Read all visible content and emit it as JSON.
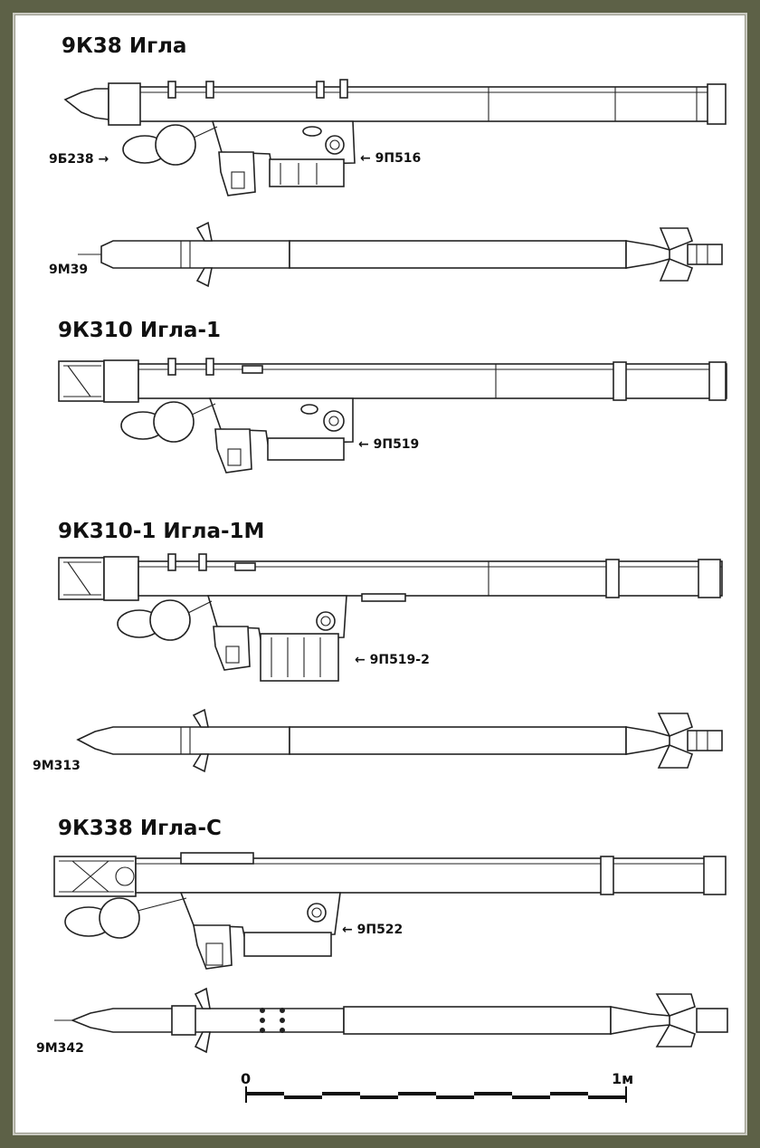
{
  "sections": [
    {
      "title": "9К38 Игла",
      "launcher_label": "9П516",
      "battery_label": "9Б238",
      "missile_label": "9М39"
    },
    {
      "title": "9К310 Игла-1",
      "launcher_label": "9П519"
    },
    {
      "title": "9К310-1 Игла-1М",
      "launcher_label": "9П519-2",
      "missile_label": "9М313"
    },
    {
      "title": "9К338 Игла-С",
      "launcher_label": "9П522",
      "missile_label": "9М342"
    }
  ],
  "scale": {
    "start_label": "0",
    "end_label": "1м",
    "start_m": 0,
    "end_m": 1,
    "segments": 10
  },
  "colors": {
    "frame": "#5d6147",
    "paper": "#ffffff",
    "ink": "#222222"
  }
}
